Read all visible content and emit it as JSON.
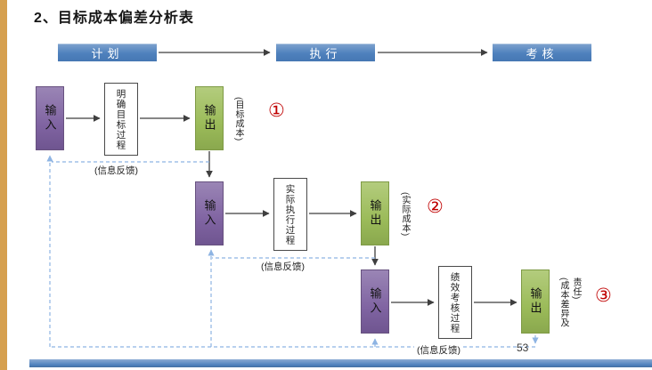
{
  "slide": {
    "title": "2、目标成本偏差分析表",
    "page_number": "53"
  },
  "stages": [
    {
      "label": "计划"
    },
    {
      "label": "执行"
    },
    {
      "label": "考核"
    }
  ],
  "rows": [
    {
      "input": "输入",
      "process": "明确目标过程",
      "output": "输出",
      "result_label": "(目标成本)",
      "badge": "①"
    },
    {
      "input": "输入",
      "process": "实际执行过程",
      "output": "输出",
      "result_label": "(实际成本)",
      "badge": "②"
    },
    {
      "input": "输入",
      "process": "绩效考核过程",
      "output": "输出",
      "result_label": "(成本差异及\n责任)",
      "badge": "③"
    }
  ],
  "feedback_labels": [
    "(信息反馈)",
    "(信息反馈)",
    "(信息反馈)"
  ],
  "colors": {
    "header_blue": "#4F81BD",
    "input_purple": "#8064A2",
    "output_green": "#9BBB59",
    "process_border": "#4A4A4A",
    "badge_red": "#C00000",
    "feedback_dash_blue": "#8EB4E3",
    "strip_gold": "#D6A04F",
    "arrow_dark": "#3F3F3F"
  }
}
